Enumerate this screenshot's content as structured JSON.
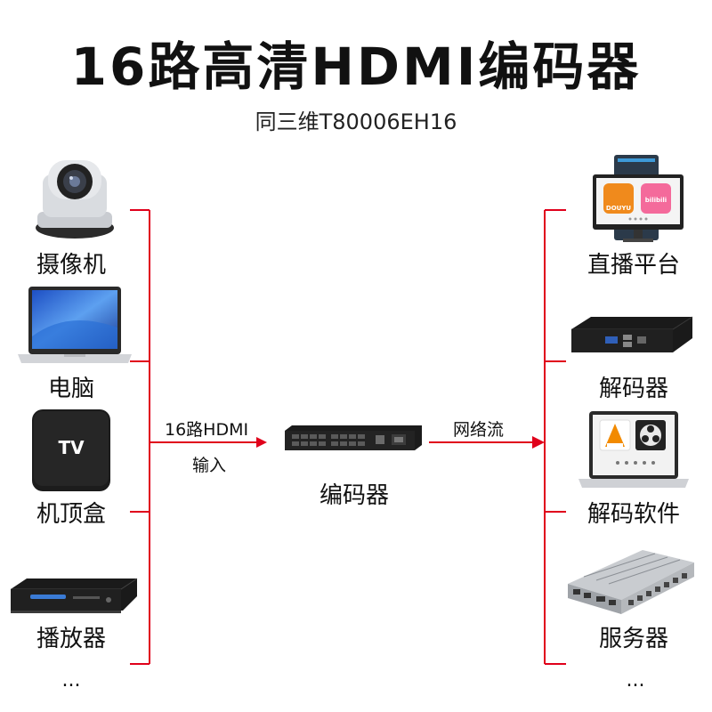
{
  "header": {
    "title": "16路高清HDMI编码器",
    "subtitle": "同三维T80006EH16"
  },
  "inputs": [
    {
      "label": "摄像机",
      "icon": "ptz-camera-icon"
    },
    {
      "label": "电脑",
      "icon": "laptop-icon"
    },
    {
      "label": "机顶盒",
      "icon": "tv-box-icon"
    },
    {
      "label": "播放器",
      "icon": "dvd-player-icon"
    },
    {
      "label": "..."
    }
  ],
  "outputs": [
    {
      "label": "直播平台",
      "icon": "streaming-monitor-icon"
    },
    {
      "label": "解码器",
      "icon": "decoder-box-icon"
    },
    {
      "label": "解码软件",
      "icon": "laptop-software-icon"
    },
    {
      "label": "服务器",
      "icon": "rack-server-icon"
    },
    {
      "label": "..."
    }
  ],
  "center": {
    "input_label_line1": "16路HDMI",
    "input_label_line2": "输入",
    "device_label": "编码器",
    "output_label": "网络流"
  },
  "tv_box_text": "TV",
  "logos": {
    "left": "DOUYU",
    "right": "bilibili"
  },
  "colors": {
    "connector": "#e0001b",
    "text": "#111111"
  }
}
